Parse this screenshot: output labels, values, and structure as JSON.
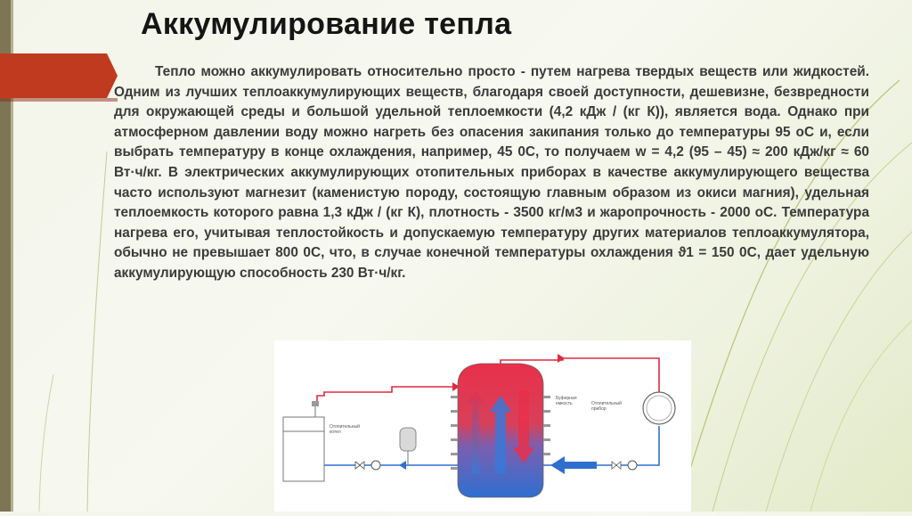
{
  "slide": {
    "title": "Аккумулирование тепла",
    "body": "Тепло можно аккумулировать относительно просто - путем нагрева твердых веществ или жидкостей. Одним из лучших теплоаккумулирующих веществ, благодаря своей доступности, дешевизне, безвредности для окружающей среды и большой удельной теплоемкости (4,2 кДж / (кг К)), является вода. Однако при атмосферном давлении воду можно нагреть без опасения закипания только до температуры 95 оС и, если выбрать температуру в конце охлаждения, например, 45 0С, то получаем w = 4,2 (95 – 45) ≈ 200 кДж/кг ≈ 60 Вт·ч/кг. В электрических аккумулирующих отопительных приборах в качестве аккумулирующего вещества часто используют магнезит (каменистую породу, состоящую главным образом из окиси магния), удельная теплоемкость которого равна 1,3 кДж / (кг К), плотность - 3500 кг/м3 и жаропрочность - 2000 оС. Температура нагрева его, учитывая теплостойкость и допускаемую температуру других материалов теплоаккумулятора, обычно не превышает 800 0С, что, в случае конечной температуры охлаждения ϑ1 = 150 0С, дает удельную аккумулирующую способность 230 Вт·ч/кг."
  },
  "diagram": {
    "boiler_label": [
      "Отопительный",
      "котел"
    ],
    "tank_label": [
      "Буферная",
      "емкость"
    ],
    "device_label": [
      "Отопительный",
      "прибор"
    ]
  },
  "colors": {
    "accent": "#bf3a1f",
    "hot": "#e8304a",
    "cold": "#2f6fd0",
    "strip": "#7d7554"
  }
}
